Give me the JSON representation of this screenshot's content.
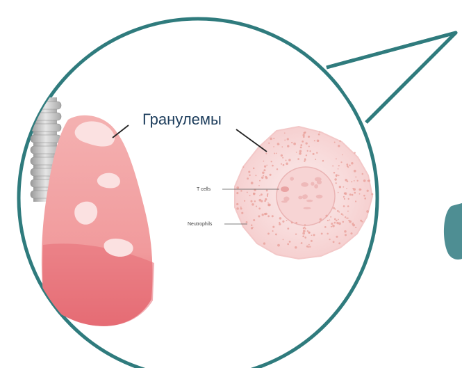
{
  "labels": {
    "granulomas": "Гранулемы",
    "t_cells": "T cells",
    "neutrophils": "Neutrophils"
  },
  "colors": {
    "callout_border": "#2f7b7d",
    "lung_main": "#f2a0a2",
    "lung_dark": "#e06a73",
    "lesion": "#fbe1e1",
    "granuloma_body": "#fbe3e3",
    "granuloma_dots": "#e8a09a",
    "title_text": "#1d3d5c"
  }
}
